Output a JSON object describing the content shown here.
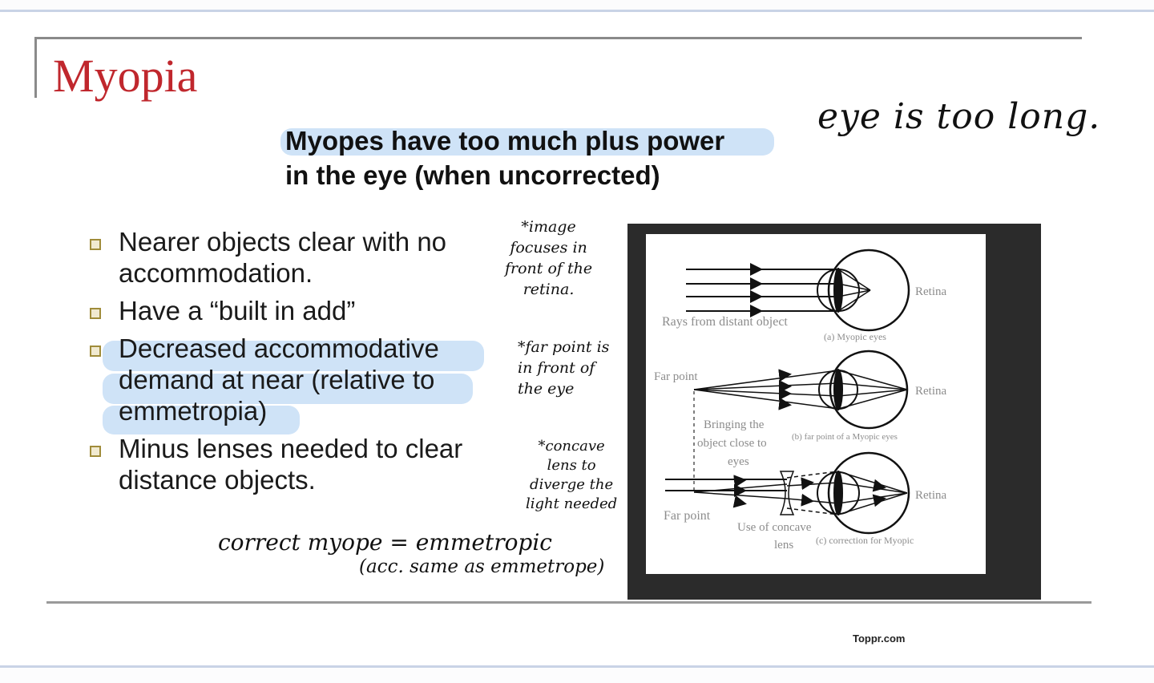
{
  "slide": {
    "title": "Myopia",
    "subtitle_lines": [
      "Myopes have too much plus power",
      "in the eye (when uncorrected)"
    ],
    "bullets": [
      "Nearer objects clear with no accommodation.",
      "Have a “built in add”",
      "Decreased accommodative demand at near (relative to emmetropia)",
      "Minus lenses needed to clear distance objects."
    ],
    "credit": "Toppr.com"
  },
  "handwritten_notes": {
    "eye_too_long": "eye is too long.",
    "image_focus": [
      "*image",
      "focuses in",
      "front of the",
      "retina."
    ],
    "far_point": [
      "*far point is",
      "in front of",
      "the eye"
    ],
    "concave_lens": [
      "*concave",
      "lens to",
      "diverge the",
      "light needed"
    ],
    "correct_myope": "correct myope = emmetropic",
    "correct_myope_sub": "(acc. same as emmetrope)"
  },
  "figure": {
    "panel_a": {
      "rays_label": "Rays from distant object",
      "retina_label": "Retina",
      "caption": "(a) Myopic eyes"
    },
    "panel_b": {
      "far_point_label": "Far point",
      "retina_label": "Retina",
      "bringing_lines": [
        "Bringing the",
        "object close to",
        "eyes"
      ],
      "caption": "(b) far point of a Myopic eyes"
    },
    "panel_c": {
      "far_point_label": "Far point",
      "retina_label": "Retina",
      "lens_lines": [
        "Use of concave",
        "lens"
      ],
      "caption": "(c) correction for Myopic"
    }
  },
  "colors": {
    "title": "#c0272d",
    "highlight": "#cfe3f7",
    "figure_frame": "#2b2b2b"
  }
}
